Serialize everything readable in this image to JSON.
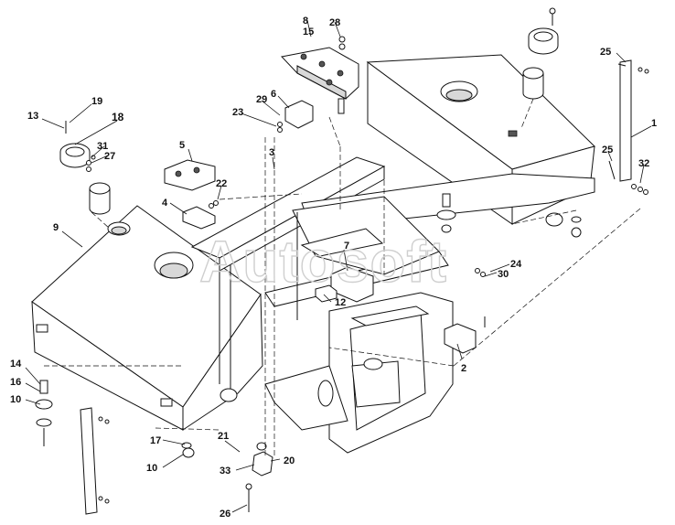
{
  "watermark": "Autosoft",
  "callouts": [
    {
      "id": "c1",
      "text": "1"
    },
    {
      "id": "c2",
      "text": "2"
    },
    {
      "id": "c3",
      "text": "3"
    },
    {
      "id": "c4",
      "text": "4"
    },
    {
      "id": "c5",
      "text": "5"
    },
    {
      "id": "c6",
      "text": "6"
    },
    {
      "id": "c7",
      "text": "7"
    },
    {
      "id": "c8",
      "text": "8"
    },
    {
      "id": "c9",
      "text": "9"
    },
    {
      "id": "c10a",
      "text": "10"
    },
    {
      "id": "c10b",
      "text": "10"
    },
    {
      "id": "c12",
      "text": "12"
    },
    {
      "id": "c13",
      "text": "13"
    },
    {
      "id": "c14",
      "text": "14"
    },
    {
      "id": "c15",
      "text": "15"
    },
    {
      "id": "c16",
      "text": "16"
    },
    {
      "id": "c17",
      "text": "17"
    },
    {
      "id": "c18",
      "text": "18"
    },
    {
      "id": "c19",
      "text": "19"
    },
    {
      "id": "c20",
      "text": "20"
    },
    {
      "id": "c21",
      "text": "21"
    },
    {
      "id": "c22",
      "text": "22"
    },
    {
      "id": "c23",
      "text": "23"
    },
    {
      "id": "c24",
      "text": "24"
    },
    {
      "id": "c25a",
      "text": "25"
    },
    {
      "id": "c25b",
      "text": "25"
    },
    {
      "id": "c26",
      "text": "26"
    },
    {
      "id": "c27",
      "text": "27"
    },
    {
      "id": "c28",
      "text": "28"
    },
    {
      "id": "c29",
      "text": "29"
    },
    {
      "id": "c30",
      "text": "30"
    },
    {
      "id": "c31",
      "text": "31"
    },
    {
      "id": "c32",
      "text": "32"
    },
    {
      "id": "c33",
      "text": "33"
    }
  ]
}
